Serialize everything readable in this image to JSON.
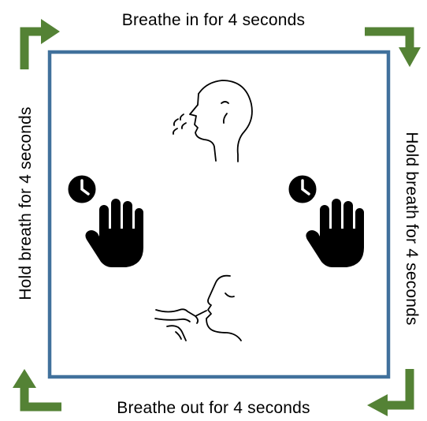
{
  "labels": {
    "top": "Breathe in for 4 seconds",
    "bottom": "Breathe out for 4 seconds",
    "left": "Hold breath for 4 seconds",
    "right": "Hold breath for 4 seconds"
  },
  "icons": {
    "top": "inhale-face-icon",
    "bottom": "exhale-face-icon",
    "left": "clock-hand-stop-icon",
    "right": "clock-hand-stop-icon"
  },
  "colors": {
    "box_border": "#41719c",
    "arrows": "#548235",
    "icons": "#000000"
  }
}
